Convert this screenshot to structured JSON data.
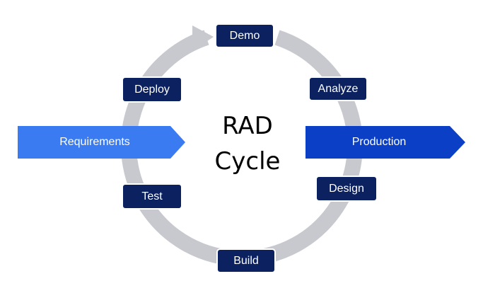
{
  "diagram": {
    "title_line_1": "RAD",
    "title_line_2": "Cycle",
    "cycle_steps": {
      "demo": "Demo",
      "analyze": "Analyze",
      "design": "Design",
      "build": "Build",
      "test": "Test",
      "deploy": "Deploy"
    },
    "input_arrow": {
      "label": "Requirements"
    },
    "output_arrow": {
      "label": "Production"
    }
  },
  "colors": {
    "step_box": "#0b2160",
    "cycle_ring": "#c7c9ce",
    "requirements_arrow": "#3a7bf2",
    "production_arrow": "#0a3fc6",
    "text_dark": "#000000",
    "text_light": "#ffffff"
  }
}
